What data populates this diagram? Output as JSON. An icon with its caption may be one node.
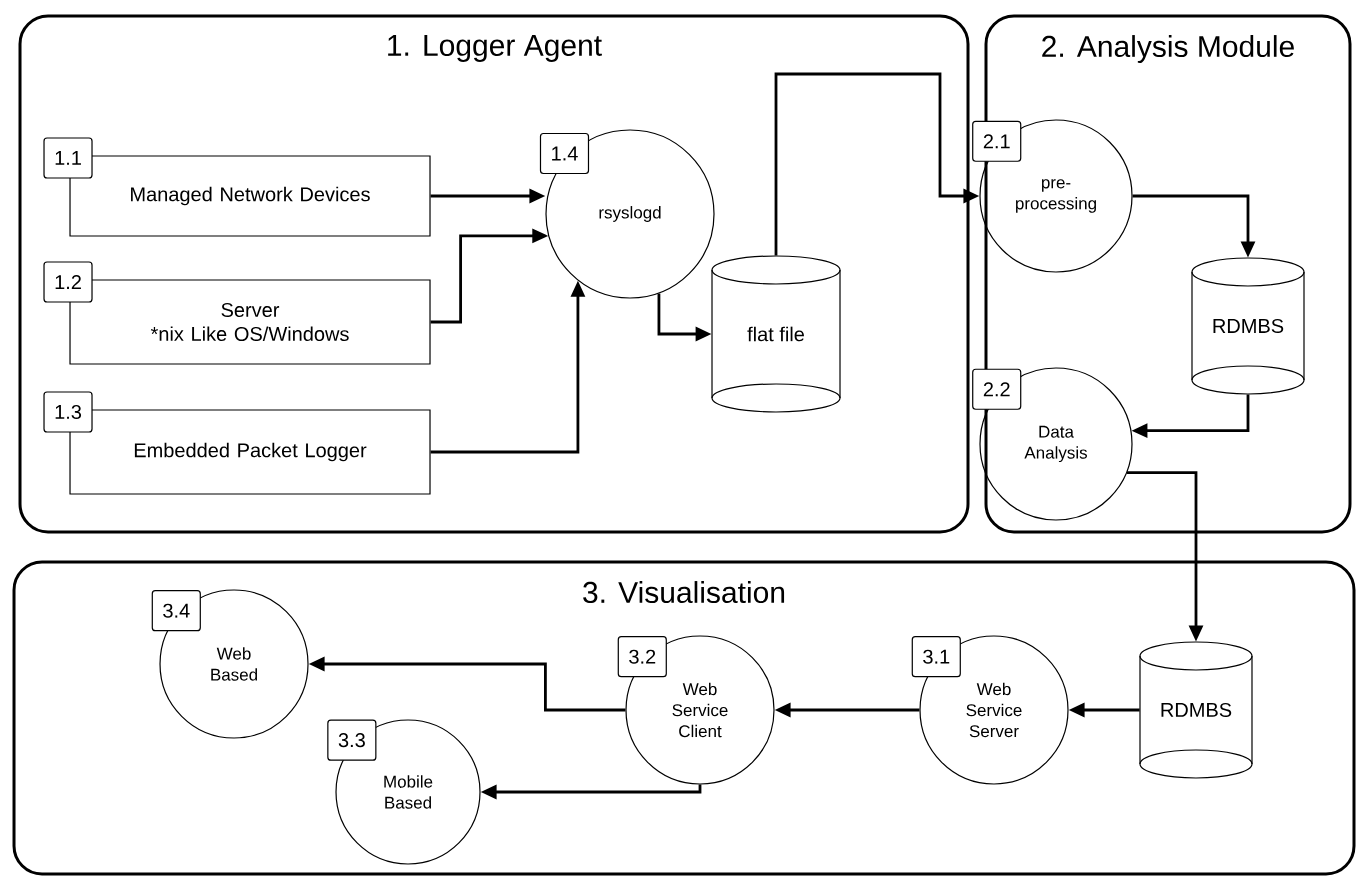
{
  "diagram": {
    "nodes": [
      {
        "text": [
          "1. Logger Agent"
        ]
      },
      {
        "text": [
          "1.1",
          "Managed Network Devices"
        ],
        "in": 0
      },
      {
        "text": [
          "1.2",
          "Server",
          "*nix Like OS/Windows"
        ],
        "in": 0
      },
      {
        "text": [
          "1.3",
          "Embedded Packet Logger"
        ],
        "in": 0
      },
      {
        "text": [
          "1.4",
          "rsyslogd"
        ],
        "in": 0
      },
      {
        "text": [
          "flat file"
        ],
        "in": 0
      },
      {
        "text": [
          "2. Analysis Module"
        ]
      },
      {
        "text": [
          "2.1",
          "pre-processing"
        ],
        "in": 6
      },
      {
        "text": [
          "RDMBS"
        ],
        "in": 6
      },
      {
        "text": [
          "2.2",
          "Data Analysis"
        ],
        "in": 6
      },
      {
        "text": [
          "3. Visualisation"
        ]
      },
      {
        "text": [
          "RDMBS"
        ],
        "in": 10
      },
      {
        "text": [
          "3.1",
          "Web Service Server"
        ],
        "in": 10
      },
      {
        "text": [
          "3.2",
          "Web Service Client"
        ],
        "in": 10
      },
      {
        "text": [
          "3.4",
          "Web Based"
        ],
        "in": 10
      },
      {
        "text": [
          "3.3",
          "Mobile Based"
        ],
        "in": 10
      }
    ],
    "edges": [
      {
        "from": 1,
        "to": 4,
        "arrow": "to"
      },
      {
        "from": 2,
        "to": 4,
        "arrow": "to"
      },
      {
        "from": 3,
        "to": 4,
        "arrow": "to"
      },
      {
        "from": 4,
        "to": 5,
        "arrow": "to"
      },
      {
        "from": 5,
        "to": 7,
        "arrow": "to"
      },
      {
        "from": 7,
        "to": 8,
        "arrow": "to"
      },
      {
        "from": 8,
        "to": 9,
        "arrow": "to"
      },
      {
        "from": 9,
        "to": 11,
        "arrow": "to"
      },
      {
        "from": 11,
        "to": 12,
        "arrow": "to"
      },
      {
        "from": 12,
        "to": 13,
        "arrow": "to"
      },
      {
        "from": 13,
        "to": 14,
        "arrow": "to"
      },
      {
        "from": 13,
        "to": 15,
        "arrow": "to"
      }
    ]
  }
}
